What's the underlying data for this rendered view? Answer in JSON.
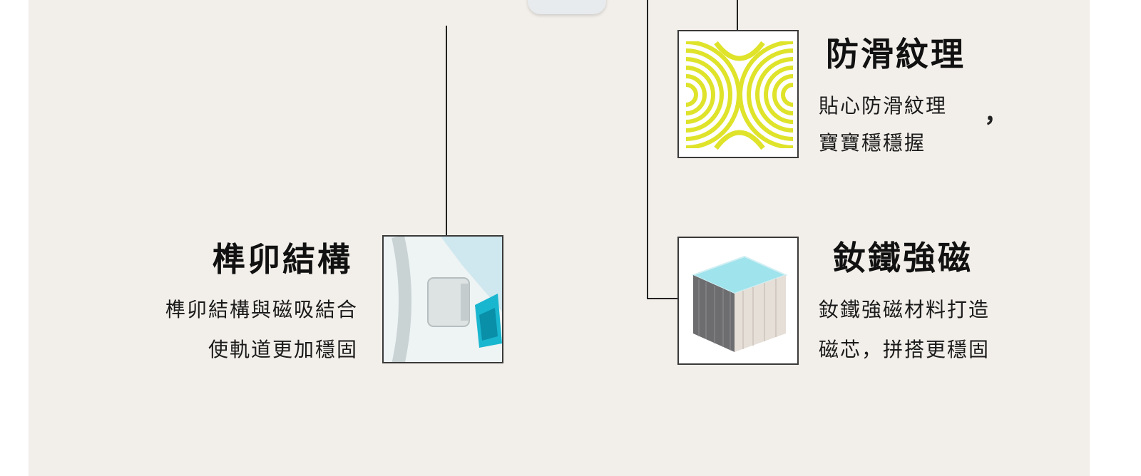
{
  "features": [
    {
      "id": "anti-slip",
      "title": "防滑紋理",
      "desc_lines": [
        "貼心防滑紋理",
        "寶寶穩穩握"
      ],
      "trailing_mark": "，",
      "icon": "anti-slip-texture-icon"
    },
    {
      "id": "mortise",
      "title": "榫卯結構",
      "desc_lines": [
        "榫卯結構與磁吸結合",
        "使軌道更加穩固"
      ],
      "icon": "mortise-joint-image"
    },
    {
      "id": "magnet",
      "title": "釹鐵強磁",
      "desc_lines": [
        "釹鐵強磁材料打造",
        "磁芯，拼搭更穩固"
      ],
      "icon": "neodymium-magnet-cube-image"
    }
  ],
  "colors": {
    "panel_bg": "#f2eee9",
    "texture_yellow": "#dfe32a",
    "magnet_top": "#9fe3ec",
    "accent_cyan": "#19b6cf"
  }
}
